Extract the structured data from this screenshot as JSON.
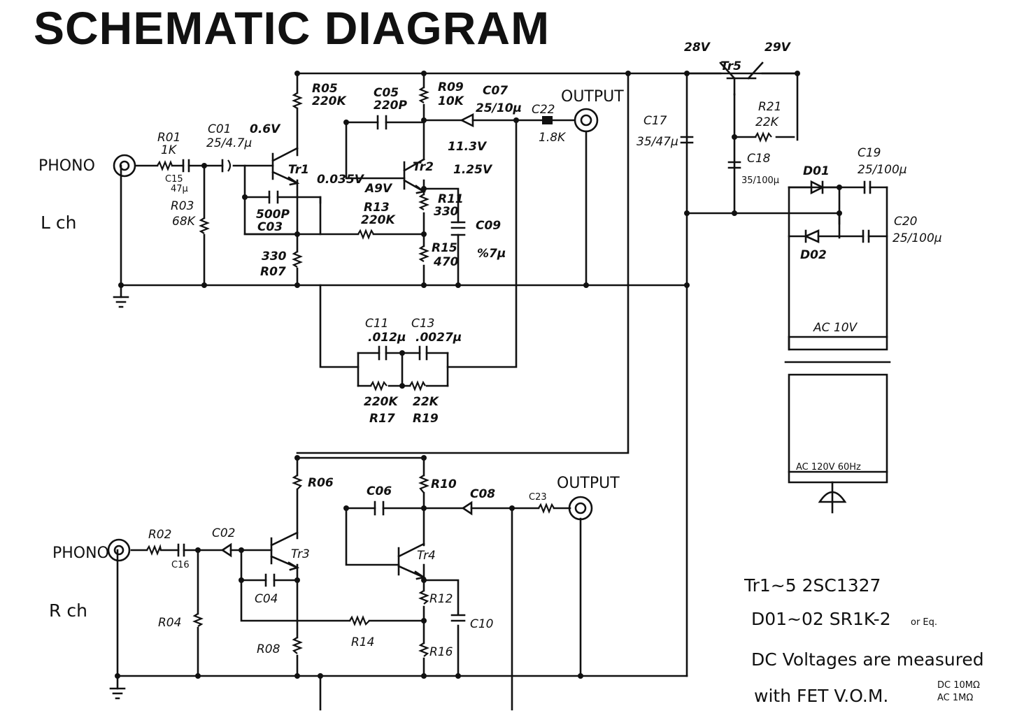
{
  "title": "SCHEMATIC DIAGRAM",
  "inputs": {
    "left": "PHONO",
    "right": "PHONO"
  },
  "outputs": {
    "left": "OUTPUT",
    "right": "OUTPUT"
  },
  "channels": {
    "left": "L ch",
    "right": "R ch"
  },
  "voltages": {
    "v28": "28V",
    "v29": "29V",
    "tr1_base": "0.6V",
    "tr1_emitter": "0.035V",
    "tr2_base": "A9V",
    "tr2_collector": "11.3V",
    "tr2_emitter": "1.25V"
  },
  "components": {
    "r01": "R01",
    "r01_val": "1K",
    "c15": "C15",
    "c15_val": "47μ",
    "c01": "C01",
    "c01_val": "25/4.7μ",
    "r03": "R03",
    "r03_val": "68K",
    "tr1": "Tr1",
    "c03_val": "500P",
    "c03": "C03",
    "r07_val": "330",
    "r07": "R07",
    "r05": "R05",
    "r05_val": "220K",
    "c05": "C05",
    "c05_val": "220P",
    "r09": "R09",
    "r09_val": "10K",
    "c07": "C07",
    "c07_val": "25/10μ",
    "c22": "C22",
    "c22_val": "1.8K",
    "tr2": "Tr2",
    "r13": "R13",
    "r13_val": "220K",
    "r11": "R11",
    "r11_val": "330",
    "r15": "R15",
    "r15_val": "470",
    "c09": "C09",
    "c09_val": "%7μ",
    "c11": "C11",
    "c11_val": ".012μ",
    "c13": "C13",
    "c13_val": ".0027μ",
    "r17_val": "220K",
    "r19_val": "22K",
    "r17": "R17",
    "r19": "R19",
    "tr5": "Tr5",
    "r21": "R21",
    "r21_val": "22K",
    "c17": "C17",
    "c17_val": "35/47μ",
    "c18": "C18",
    "c18_val": "35/100μ",
    "d01": "D01",
    "c19": "C19",
    "c19_val": "25/100μ",
    "d02": "D02",
    "c20": "C20",
    "c20_val": "25/100μ",
    "ac10": "AC 10V",
    "ac120": "AC 120V 60Hz",
    "r02": "R02",
    "c16": "C16",
    "c02": "C02",
    "r04": "R04",
    "tr3": "Tr3",
    "c04": "C04",
    "r08": "R08",
    "r06": "R06",
    "c06": "C06",
    "r10": "R10",
    "c08": "C08",
    "c23": "C23",
    "tr4": "Tr4",
    "r14": "R14",
    "r12": "R12",
    "r16": "R16",
    "c10": "C10"
  },
  "notes": {
    "line1": "Tr1~5  2SC1327",
    "line2": "D01~02  SR1K-2",
    "line2_small": "or Eq.",
    "line3": "DC Voltages are measured",
    "line4": "with FET V.O.M.",
    "line4_dc": "DC 10MΩ",
    "line4_ac": "AC 1MΩ"
  }
}
